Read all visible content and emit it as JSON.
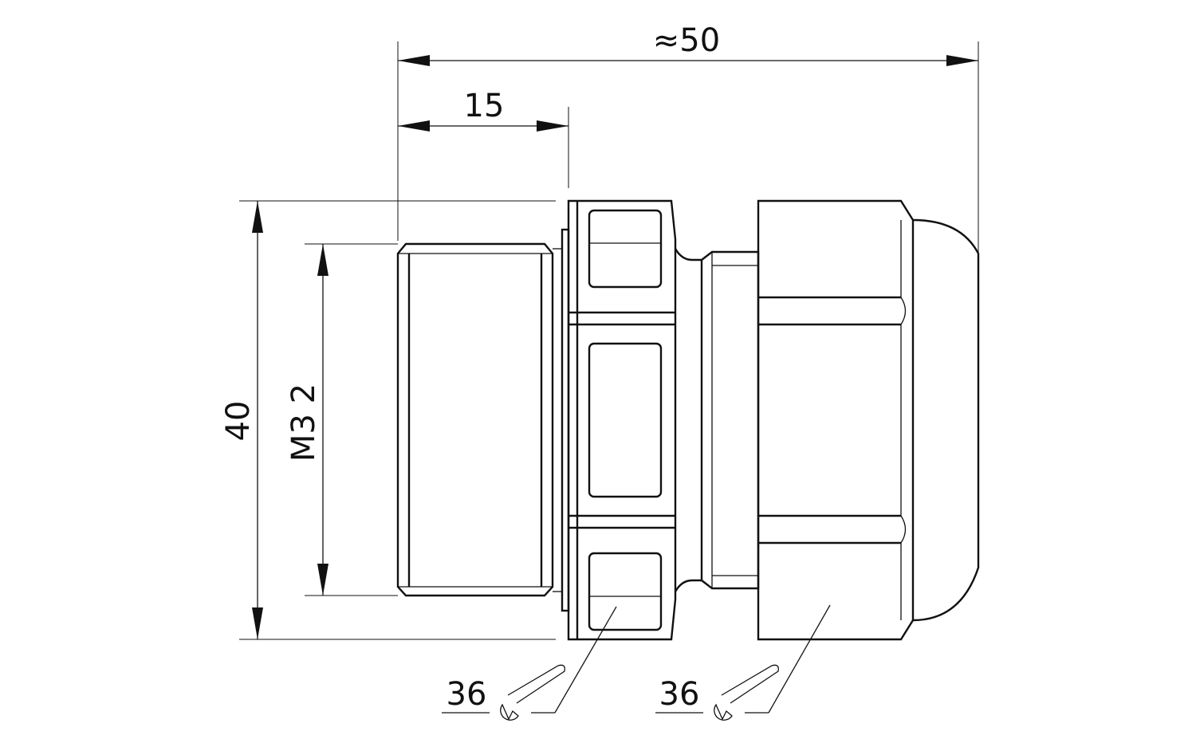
{
  "dimensions": {
    "overall_length": "≈50",
    "thread_length": "15",
    "overall_height": "40",
    "thread_size": "M3 2"
  },
  "wrench_sizes": {
    "body": "36",
    "cap": "36"
  },
  "icons": {
    "wrench": "wrench-icon"
  },
  "colors": {
    "line": "#111111",
    "background": "#ffffff"
  }
}
